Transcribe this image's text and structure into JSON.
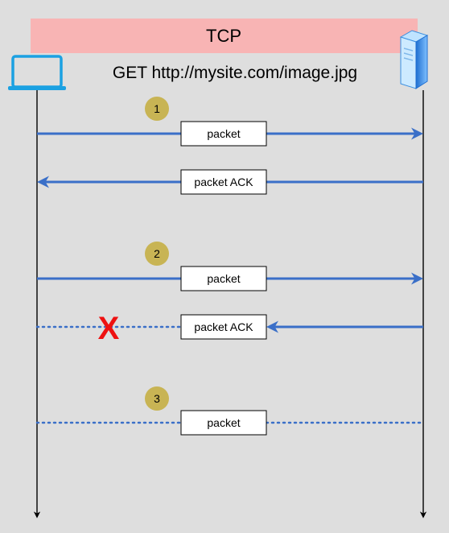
{
  "header": {
    "title": "TCP",
    "band_color": "#f8b4b4"
  },
  "request": {
    "text": "GET http://mysite.com/image.jpg"
  },
  "actors": {
    "client": {
      "icon": "laptop-icon",
      "color": "#1ba1e2"
    },
    "server": {
      "icon": "server-icon",
      "color": "#3b8fe0"
    }
  },
  "steps": [
    {
      "number": "1",
      "badge_color": "#c8b454"
    },
    {
      "number": "2",
      "badge_color": "#c8b454"
    },
    {
      "number": "3",
      "badge_color": "#c8b454"
    }
  ],
  "messages": [
    {
      "label": "packet",
      "direction": "client-to-server",
      "status": "delivered"
    },
    {
      "label": "packet ACK",
      "direction": "server-to-client",
      "status": "delivered"
    },
    {
      "label": "packet",
      "direction": "client-to-server",
      "status": "delivered"
    },
    {
      "label": "packet ACK",
      "direction": "server-to-client",
      "status": "lost"
    },
    {
      "label": "packet",
      "direction": "client-to-server",
      "status": "pending"
    }
  ],
  "lost_marker": {
    "symbol": "X",
    "color": "#ee1111"
  },
  "colors": {
    "arrow": "#3a6fc8",
    "lifeline": "#000000"
  }
}
